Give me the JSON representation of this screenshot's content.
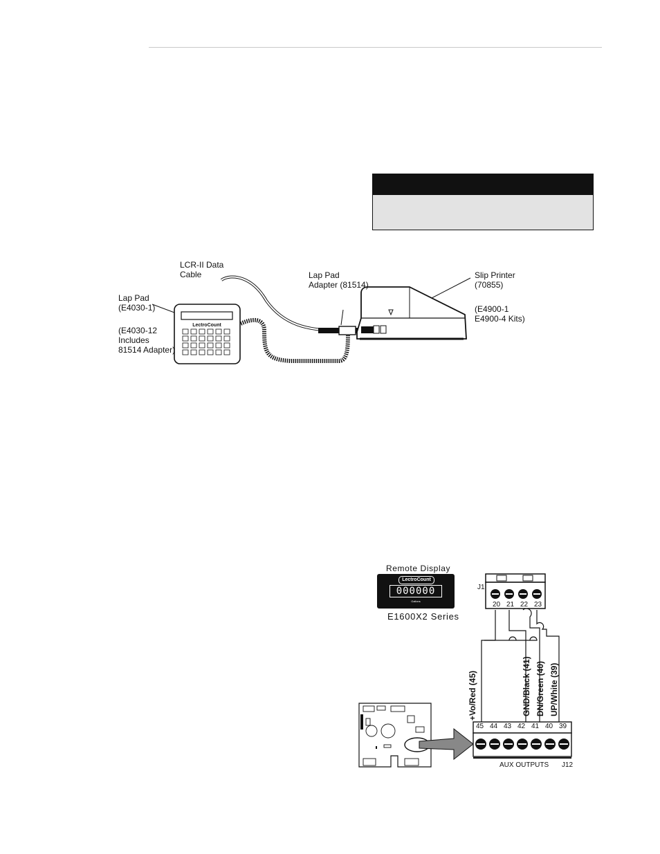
{
  "figure1": {
    "lcr_cable": [
      "LCR-II Data",
      "Cable"
    ],
    "lap_pad": [
      "Lap Pad",
      "(E4030-1)"
    ],
    "lap_pad_kit": [
      "(E4030-12",
      "Includes",
      "81514 Adapter)"
    ],
    "adapter": [
      "Lap Pad",
      "Adapter (81514)"
    ],
    "slip_printer": [
      "Slip Printer",
      "(70855)"
    ],
    "printer_kits": [
      "(E4900-1",
      "E4900-4 Kits)"
    ],
    "device_brand": "LectroCount"
  },
  "figure2": {
    "remote_display_title": "Remote Display",
    "display_brand": "LectroCount",
    "display_reading": "000000",
    "display_small": "Gallons",
    "series_label": "E1600X2 Series",
    "j1_label": "J1",
    "j1_pins": [
      "20",
      "21",
      "22",
      "23"
    ],
    "wire_labels": [
      "+Vo/Red (45)",
      "GND/Black (41)",
      "DN/Green (40)",
      "UP/White (39)"
    ],
    "j12_pins": [
      "45",
      "44",
      "43",
      "42",
      "41",
      "40",
      "39"
    ],
    "aux_outputs_label": "AUX OUTPUTS",
    "j12_label": "J12"
  }
}
